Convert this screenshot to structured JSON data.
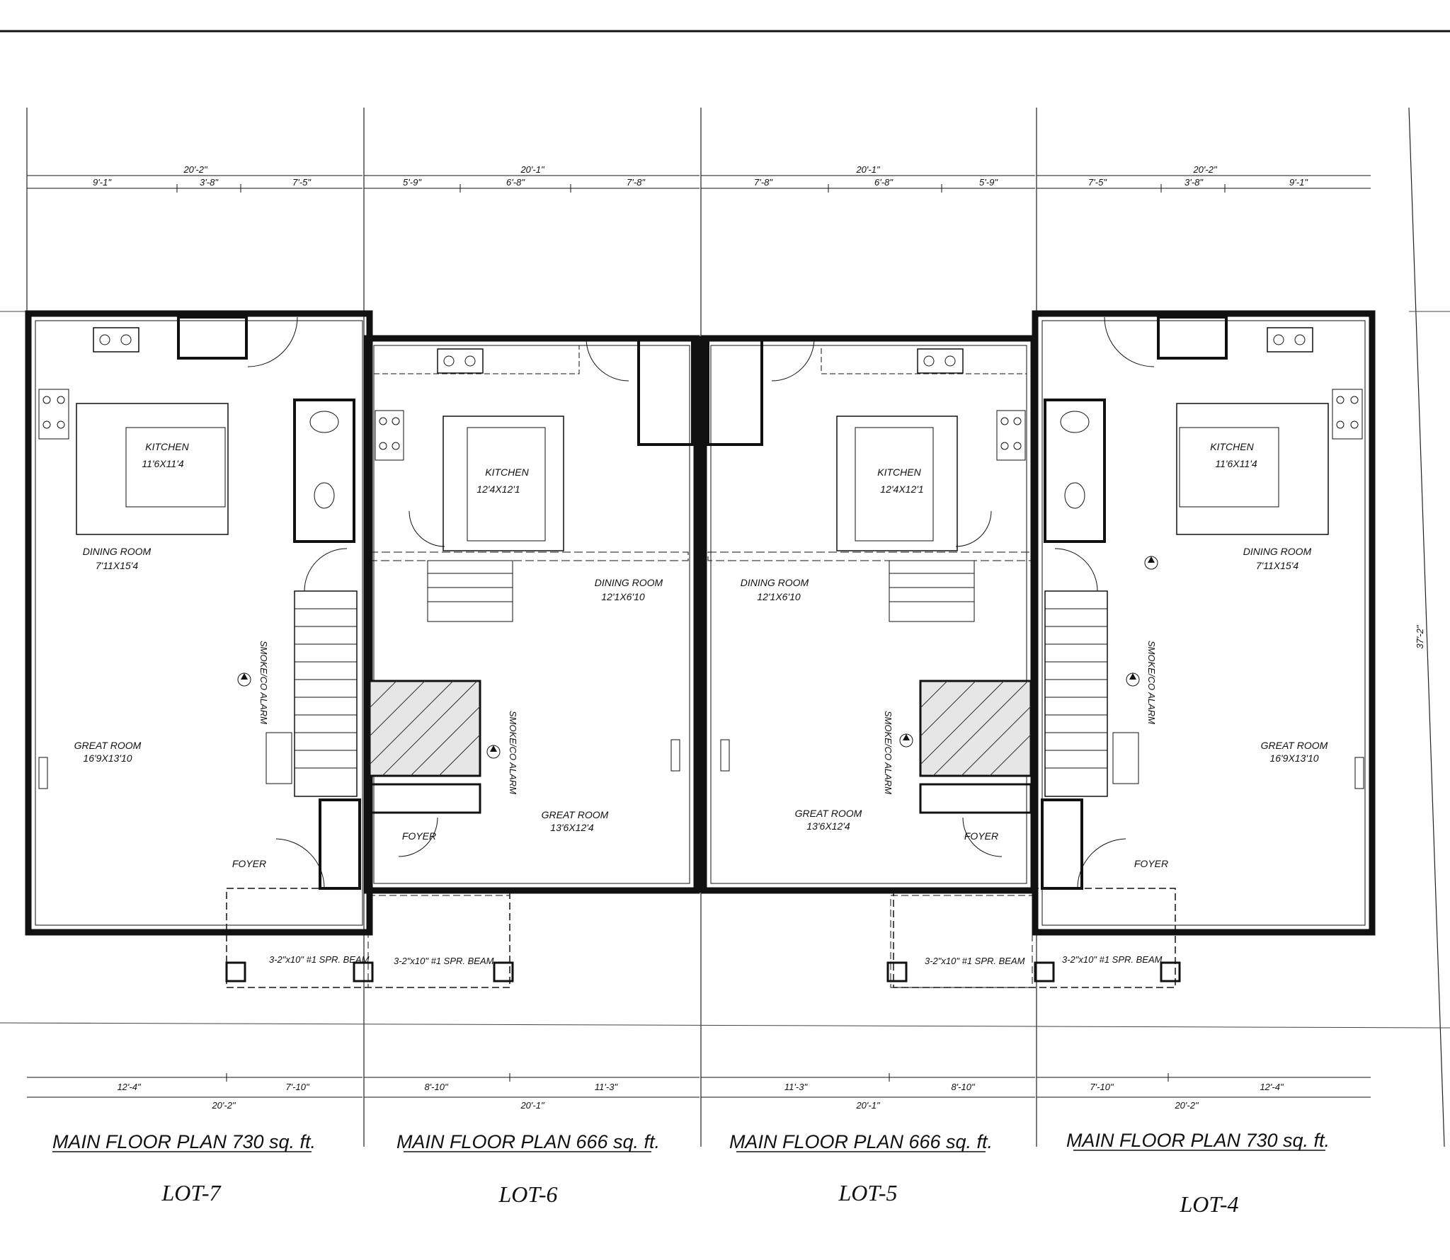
{
  "units": [
    {
      "lot": "LOT-7",
      "caption": "MAIN FLOOR PLAN 730 sq. ft.",
      "rooms": [
        {
          "name": "KITCHEN",
          "size": "11'6X11'4"
        },
        {
          "name": "DINING ROOM",
          "size": "7'11X15'4"
        },
        {
          "name": "GREAT ROOM",
          "size": "16'9X13'10"
        },
        {
          "name": "FOYER",
          "size": ""
        }
      ],
      "overall_width": "20'-2\"",
      "top_dims": [
        "9'-1\"",
        "3'-8\"",
        "7'-5\""
      ],
      "bottom_dims": [
        "12'-4\"",
        "7'-10\""
      ]
    },
    {
      "lot": "LOT-6",
      "caption": "MAIN FLOOR PLAN 666 sq. ft.",
      "rooms": [
        {
          "name": "KITCHEN",
          "size": "12'4X12'1"
        },
        {
          "name": "DINING ROOM",
          "size": "12'1X6'10"
        },
        {
          "name": "GREAT ROOM",
          "size": "13'6X12'4"
        },
        {
          "name": "FOYER",
          "size": ""
        }
      ],
      "overall_width": "20'-1\"",
      "top_dims": [
        "5'-9\"",
        "6'-8\"",
        "7'-8\""
      ],
      "bottom_dims": [
        "8'-10\"",
        "11'-3\""
      ]
    },
    {
      "lot": "LOT-5",
      "caption": "MAIN FLOOR PLAN 666 sq. ft.",
      "rooms": [
        {
          "name": "KITCHEN",
          "size": "12'4X12'1"
        },
        {
          "name": "DINING ROOM",
          "size": "12'1X6'10"
        },
        {
          "name": "GREAT ROOM",
          "size": "13'6X12'4"
        },
        {
          "name": "FOYER",
          "size": ""
        }
      ],
      "overall_width": "20'-1\"",
      "top_dims": [
        "7'-8\"",
        "6'-8\"",
        "5'-9\""
      ],
      "bottom_dims": [
        "11'-3\"",
        "8'-10\""
      ]
    },
    {
      "lot": "LOT-4",
      "caption": "MAIN FLOOR PLAN 730 sq. ft.",
      "rooms": [
        {
          "name": "KITCHEN",
          "size": "11'6X11'4"
        },
        {
          "name": "DINING ROOM",
          "size": "7'11X15'4"
        },
        {
          "name": "GREAT ROOM",
          "size": "16'9X13'10"
        },
        {
          "name": "FOYER",
          "size": ""
        }
      ],
      "overall_width": "20'-2\"",
      "top_dims": [
        "7'-5\"",
        "3'-8\"",
        "9'-1\""
      ],
      "bottom_dims": [
        "7'-10\"",
        "12'-4\""
      ]
    }
  ],
  "notes": {
    "smoke_alarm": "SMOKE/CO ALARM",
    "beam": "3-2\"x10\" #1 SPR. BEAM",
    "overall_depth": "37'-2\""
  }
}
